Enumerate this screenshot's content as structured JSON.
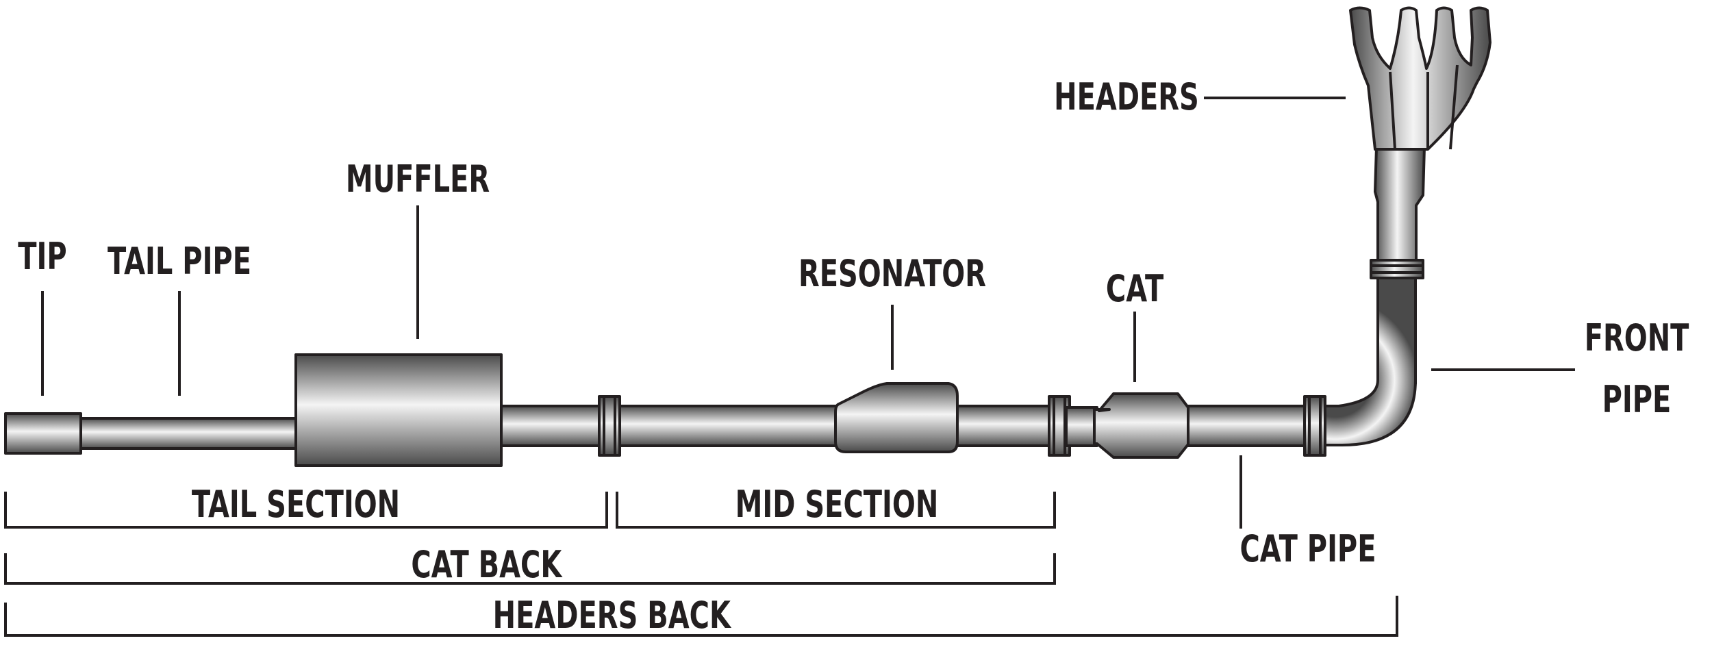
{
  "labels": {
    "headers": "HEADERS",
    "muffler": "MUFFLER",
    "tip": "TIP",
    "tail_pipe": "TAIL PIPE",
    "resonator": "RESONATOR",
    "cat": "CAT",
    "front_pipe_line1": "FRONT",
    "front_pipe_line2": "PIPE",
    "tail_section": "TAIL SECTION",
    "mid_section": "MID SECTION",
    "cat_back": "CAT BACK",
    "cat_pipe": "CAT PIPE",
    "headers_back": "HEADERS BACK"
  },
  "colors": {
    "ink": "#231f20",
    "metal_dark": "#4a4a4a",
    "metal_mid": "#9a9a9a",
    "metal_light": "#f4f4f4",
    "background": "#ffffff"
  }
}
